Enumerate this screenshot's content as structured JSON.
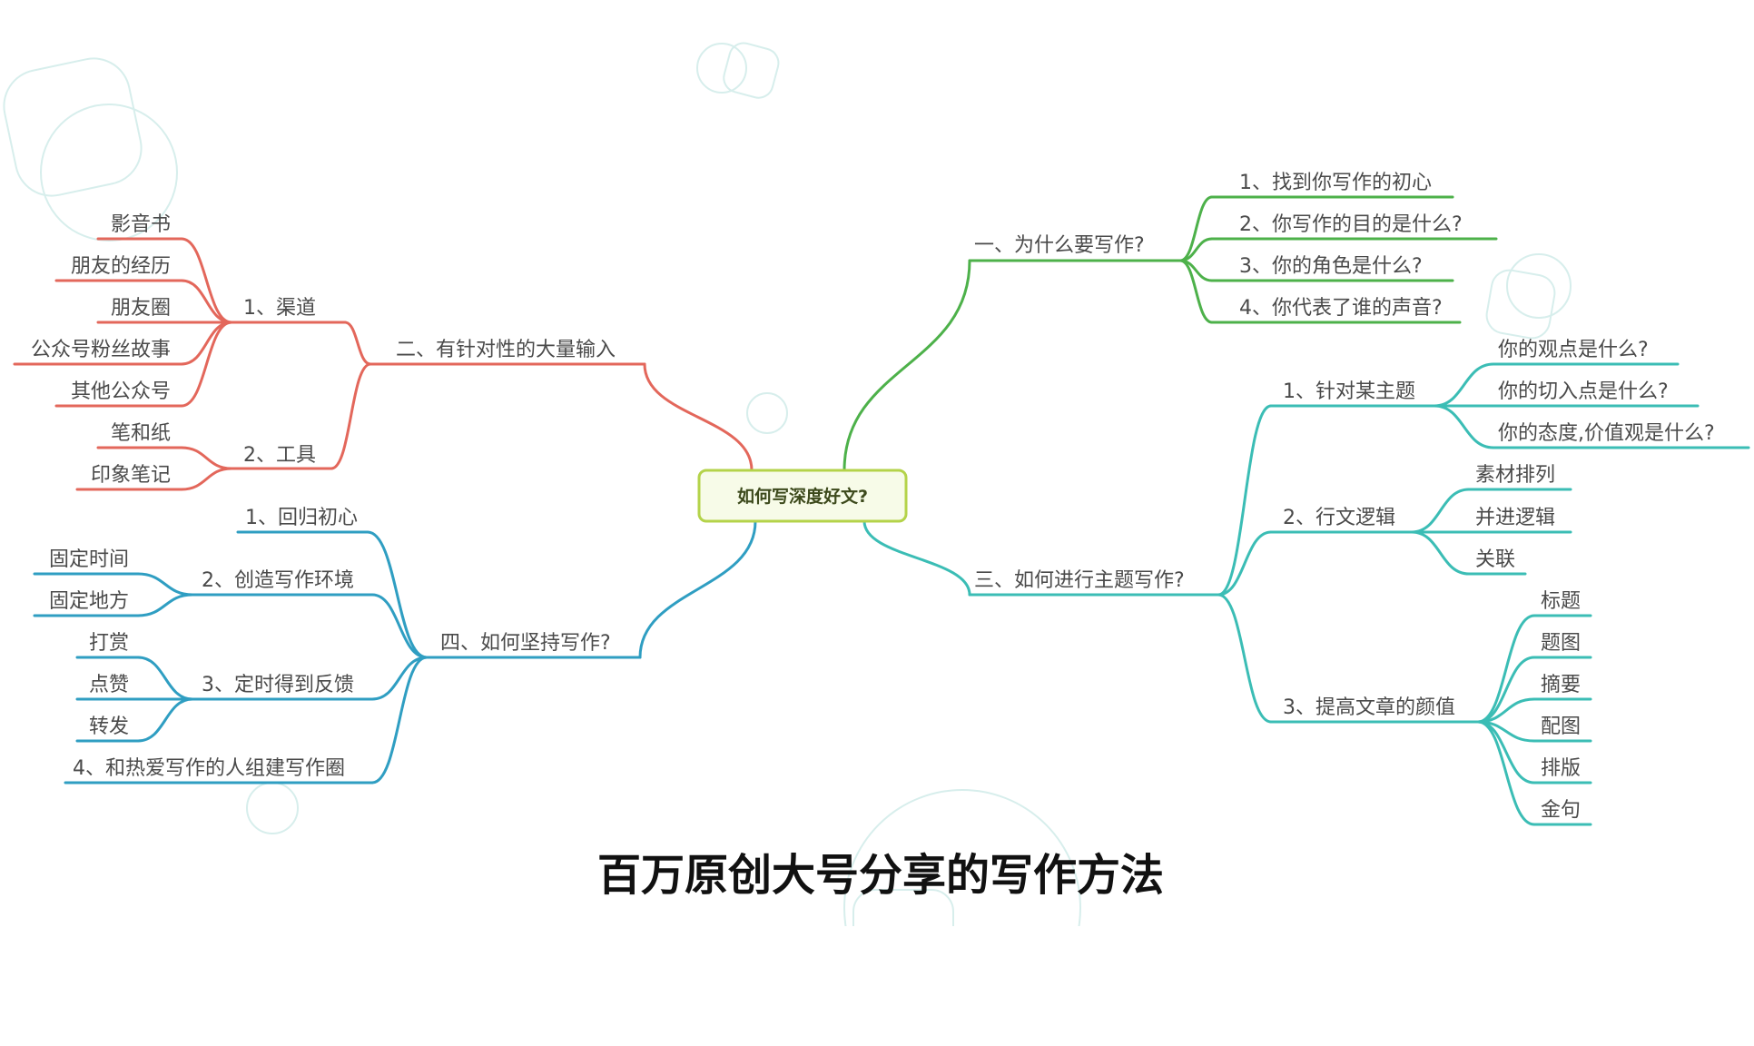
{
  "caption": "百万原创大号分享的写作方法",
  "root": {
    "id": "root",
    "label": "如何写深度好文?"
  },
  "colors": {
    "red": "#e3675b",
    "green": "#4db14a",
    "teal": "#3bbdb5",
    "blue": "#2f9ec2",
    "root_border": "#b4d34a",
    "root_fill": "#f7fbe8"
  },
  "branches": [
    {
      "id": "b1",
      "label": "一、为什么要写作?",
      "color": "green",
      "children": [
        {
          "id": "b1c1",
          "label": "1、找到你写作的初心"
        },
        {
          "id": "b1c2",
          "label": "2、你写作的目的是什么?"
        },
        {
          "id": "b1c3",
          "label": "3、你的角色是什么?"
        },
        {
          "id": "b1c4",
          "label": "4、你代表了谁的声音?"
        }
      ]
    },
    {
      "id": "b2",
      "label": "二、有针对性的大量输入",
      "color": "red",
      "children": [
        {
          "id": "b2c1",
          "label": "1、渠道",
          "children": [
            {
              "id": "b2c1a",
              "label": "影音书"
            },
            {
              "id": "b2c1b",
              "label": "朋友的经历"
            },
            {
              "id": "b2c1c",
              "label": "朋友圈"
            },
            {
              "id": "b2c1d",
              "label": "公众号粉丝故事"
            },
            {
              "id": "b2c1e",
              "label": "其他公众号"
            }
          ]
        },
        {
          "id": "b2c2",
          "label": "2、工具",
          "children": [
            {
              "id": "b2c2a",
              "label": "笔和纸"
            },
            {
              "id": "b2c2b",
              "label": "印象笔记"
            }
          ]
        }
      ]
    },
    {
      "id": "b3",
      "label": "三、如何进行主题写作?",
      "color": "teal",
      "children": [
        {
          "id": "b3c1",
          "label": "1、针对某主题",
          "children": [
            {
              "id": "b3c1a",
              "label": "你的观点是什么?"
            },
            {
              "id": "b3c1b",
              "label": "你的切入点是什么?"
            },
            {
              "id": "b3c1c",
              "label": "你的态度,价值观是什么?"
            }
          ]
        },
        {
          "id": "b3c2",
          "label": "2、行文逻辑",
          "children": [
            {
              "id": "b3c2a",
              "label": "素材排列"
            },
            {
              "id": "b3c2b",
              "label": "并进逻辑"
            },
            {
              "id": "b3c2c",
              "label": "关联"
            }
          ]
        },
        {
          "id": "b3c3",
          "label": "3、提高文章的颜值",
          "children": [
            {
              "id": "b3c3a",
              "label": "标题"
            },
            {
              "id": "b3c3b",
              "label": "题图"
            },
            {
              "id": "b3c3c",
              "label": "摘要"
            },
            {
              "id": "b3c3d",
              "label": "配图"
            },
            {
              "id": "b3c3e",
              "label": "排版"
            },
            {
              "id": "b3c3f",
              "label": "金句"
            }
          ]
        }
      ]
    },
    {
      "id": "b4",
      "label": "四、如何坚持写作?",
      "color": "blue",
      "children": [
        {
          "id": "b4c1",
          "label": "1、回归初心"
        },
        {
          "id": "b4c2",
          "label": "2、创造写作环境",
          "children": [
            {
              "id": "b4c2a",
              "label": "固定时间"
            },
            {
              "id": "b4c2b",
              "label": "固定地方"
            }
          ]
        },
        {
          "id": "b4c3",
          "label": "3、定时得到反馈",
          "children": [
            {
              "id": "b4c3a",
              "label": "打赏"
            },
            {
              "id": "b4c3b",
              "label": "点赞"
            },
            {
              "id": "b4c3c",
              "label": "转发"
            }
          ]
        },
        {
          "id": "b4c4",
          "label": "4、和热爱写作的人组建写作圈"
        }
      ]
    }
  ]
}
